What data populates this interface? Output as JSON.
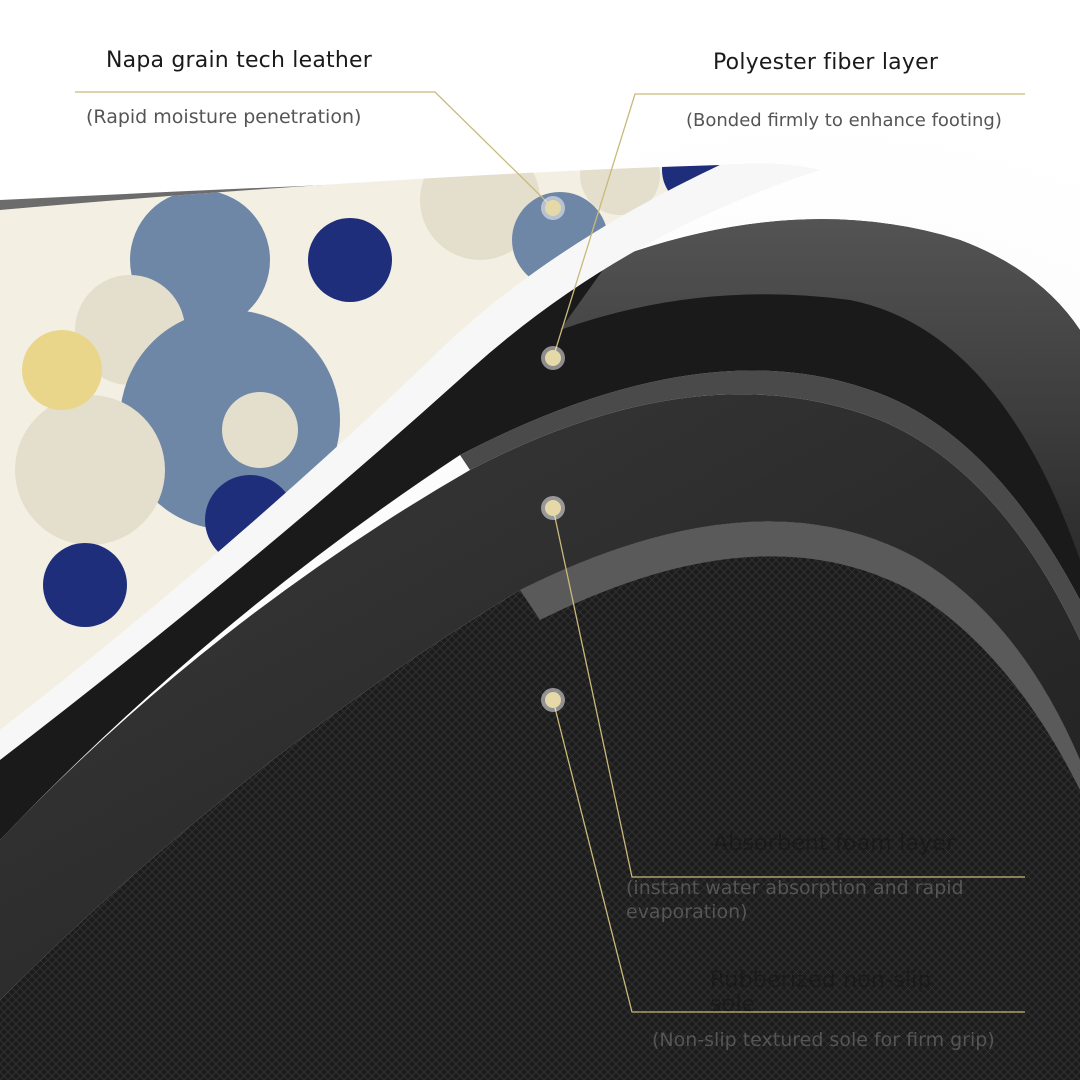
{
  "callouts": [
    {
      "title": "Napa grain tech leather",
      "subtitle": "(Rapid moisture penetration)"
    },
    {
      "title": "Polyester fiber layer",
      "subtitle": "(Bonded firmly to enhance footing)"
    },
    {
      "title": "Absorbent foam layer",
      "subtitle": "(instant water absorption and rapid evaporation)"
    },
    {
      "title": "Rubberized non-slip sole",
      "subtitle": "(Non-slip textured sole for firm grip)"
    }
  ],
  "colors": {
    "leader_line": "#c9b97a",
    "marker": "#e6d9a8",
    "pattern_cream": "#f3efe3",
    "pattern_beige": "#e4dfcc",
    "pattern_steel_blue": "#6f87a6",
    "pattern_navy": "#1f2e7a",
    "pattern_yellow": "#ead68a",
    "foam": "#2a2a2a",
    "sole": "#1e1e1e"
  }
}
